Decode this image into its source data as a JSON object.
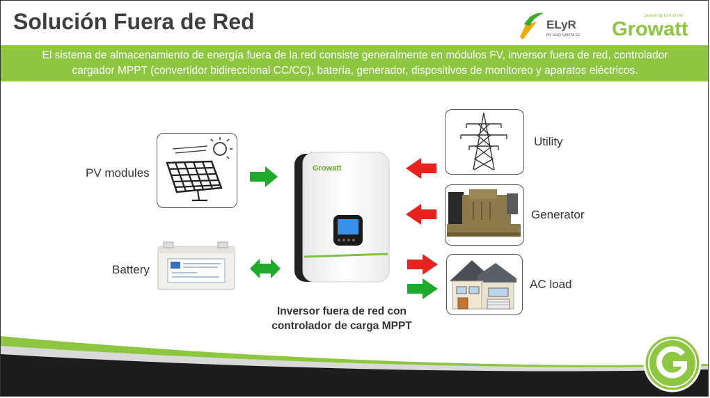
{
  "header": {
    "title": "Solución Fuera de Red",
    "logo_elyr_text": "ELyR",
    "logo_elyr_sub": "BY HHO SANTA FE",
    "logo_growatt_text": "Growatt",
    "logo_growatt_tagline": "powering tomorrow"
  },
  "banner": {
    "line1": "El sistema de almacenamiento de energía fuera de la red consiste generalmente en módulos FV, inversor fuera de red, controlador",
    "line2": "cargador MPPT (convertidor bidireccional CC/CC), batería, generador, dispositivos de monitoreo y aparatos eléctricos."
  },
  "diagram": {
    "pv_label": "PV modules",
    "battery_label": "Battery",
    "utility_label": "Utility",
    "generator_label": "Generator",
    "acload_label": "AC load",
    "inverter_brand": "Growatt",
    "inverter_caption_line1": "Inversor fuera de red con",
    "inverter_caption_line2": "controlador de carga MPPT"
  },
  "colors": {
    "accent_green": "#8dc63f",
    "arrow_green": "#1faa2c",
    "arrow_red": "#e8231f"
  }
}
